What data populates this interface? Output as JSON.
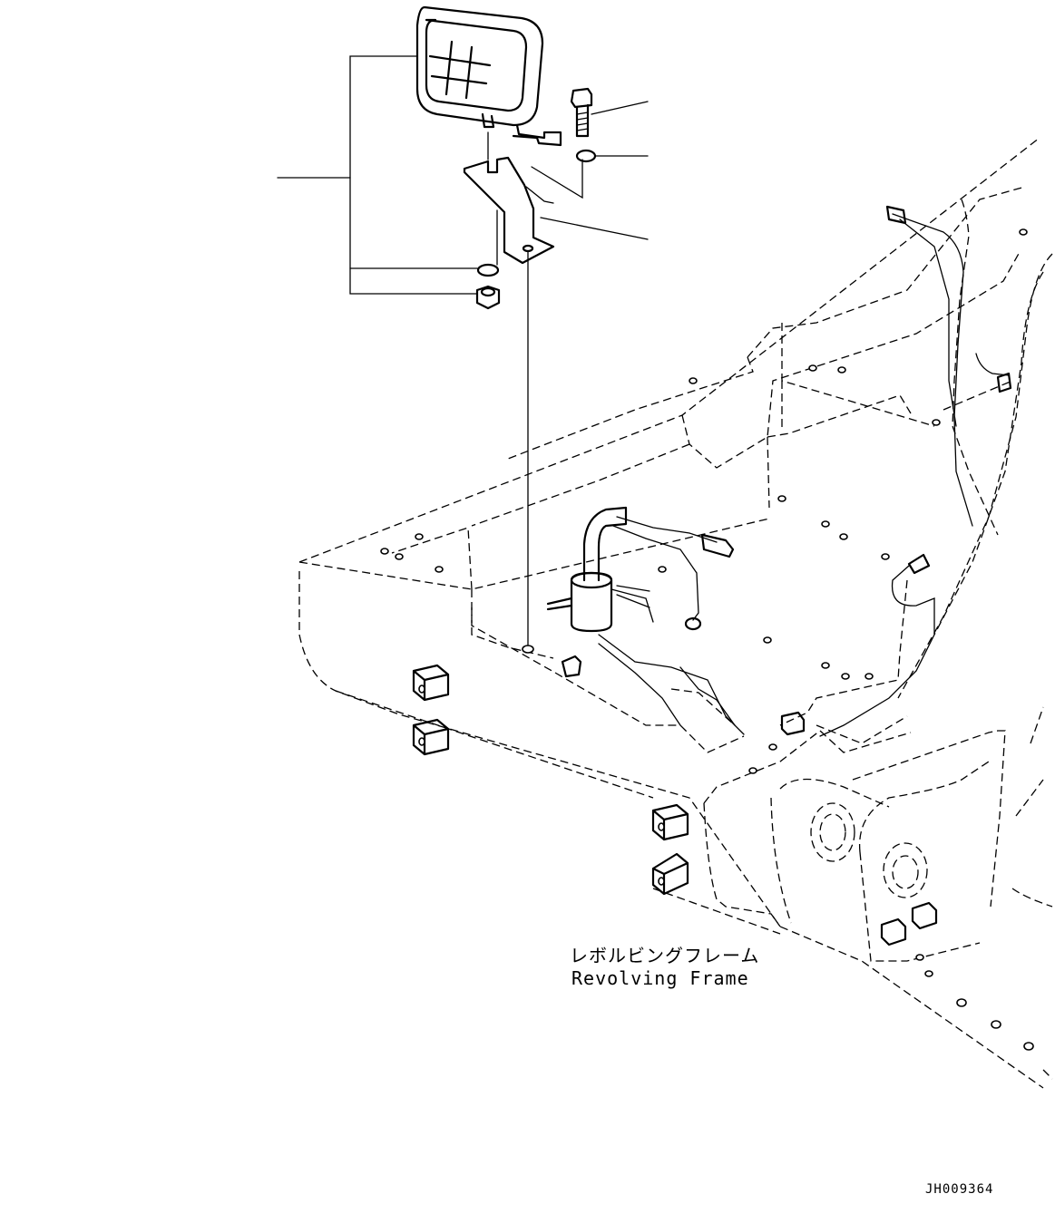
{
  "labels": {
    "frame_jp": "レボルビングフレーム",
    "frame_en": "Revolving Frame",
    "drawing_code": "JH009364"
  }
}
